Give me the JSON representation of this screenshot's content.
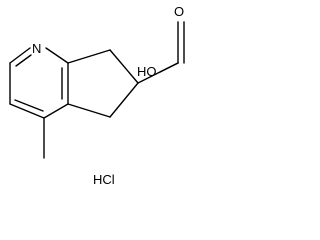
{
  "structure": {
    "atoms": {
      "nitrogen": "N",
      "oxygen_carbonyl": "O",
      "hydroxyl": "HO"
    },
    "salt": "HCl"
  }
}
